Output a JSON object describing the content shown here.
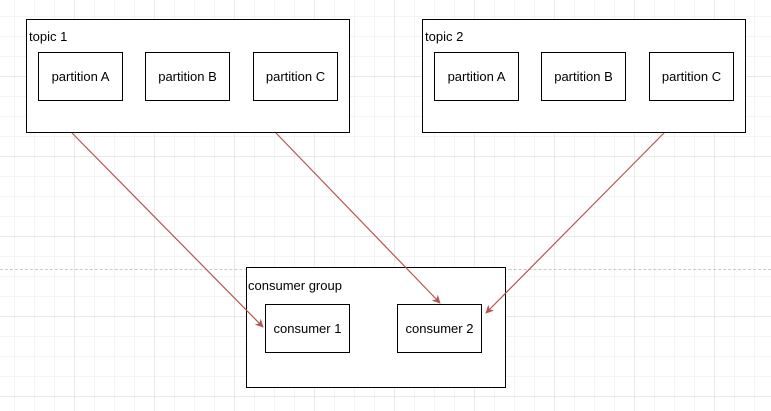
{
  "topics": [
    {
      "label": "topic 1",
      "partitions": [
        "partition A",
        "partition B",
        "partition C"
      ]
    },
    {
      "label": "topic 2",
      "partitions": [
        "partition A",
        "partition B",
        "partition C"
      ]
    }
  ],
  "consumer_group": {
    "label": "consumer group",
    "consumers": [
      "consumer 1",
      "consumer 2"
    ]
  },
  "edges": [
    {
      "from": "topic 1",
      "to": "consumer 1"
    },
    {
      "from": "topic 1",
      "to": "consumer 2"
    },
    {
      "from": "topic 2",
      "to": "consumer 2"
    }
  ],
  "colors": {
    "edge": "#b85450",
    "border": "#000000",
    "grid": "#e9e9e9"
  }
}
